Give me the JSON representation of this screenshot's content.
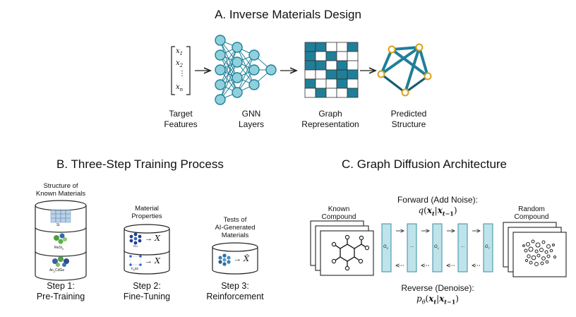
{
  "sections": {
    "a": {
      "title": "A. Inverse Materials Design",
      "vector": [
        "x1",
        "x2",
        "⋮",
        "xn"
      ],
      "labels": {
        "features_l1": "Target",
        "features_l2": "Features",
        "gnn_l1": "GNN",
        "gnn_l2": "Layers",
        "graph_l1": "Graph",
        "graph_l2": "Representation",
        "pred_l1": "Predicted",
        "pred_l2": "Structure"
      }
    },
    "b": {
      "title": "B. Three-Step Training Process",
      "step1": {
        "header_l1": "Structure of",
        "header_l2": "Known Materials",
        "layers": [
          "Si",
          "ReSi2",
          "Ac2CdGe"
        ],
        "label_l1": "Step 1:",
        "label_l2": "Pre-Training"
      },
      "step2": {
        "header_l1": "Material",
        "header_l2": "Properties",
        "layers": [
          "Cu",
          "Ti3Sb"
        ],
        "arrow_x": "→ X",
        "label_l1": "Step 2:",
        "label_l2": "Fine-Tuning"
      },
      "step3": {
        "header_l1": "Tests of",
        "header_l2": "AI-Generated",
        "header_l3": "Materials",
        "arrow_x": "→ X̂",
        "label_l1": "Step 3:",
        "label_l2": "Reinforcement"
      }
    },
    "c": {
      "title": "C. Graph Diffusion Architecture",
      "known_l1": "Known",
      "known_l2": "Compound",
      "random_l1": "Random",
      "random_l2": "Compound",
      "forward_l1": "Forward (Add Noise):",
      "forward_l2": "q(xt|xt−1)",
      "reverse_l1": "Reverse (Denoise):",
      "reverse_l2": "pθ(xt|xt−1)",
      "bars": [
        "G0",
        "...",
        "G1",
        "...",
        "GT"
      ]
    }
  },
  "colors": {
    "teal": "#1f7f98",
    "teal_light": "#8fd0dd",
    "teal_dark": "#1a6b82",
    "gold": "#d9a21b",
    "bar": "#bfe3ea"
  }
}
